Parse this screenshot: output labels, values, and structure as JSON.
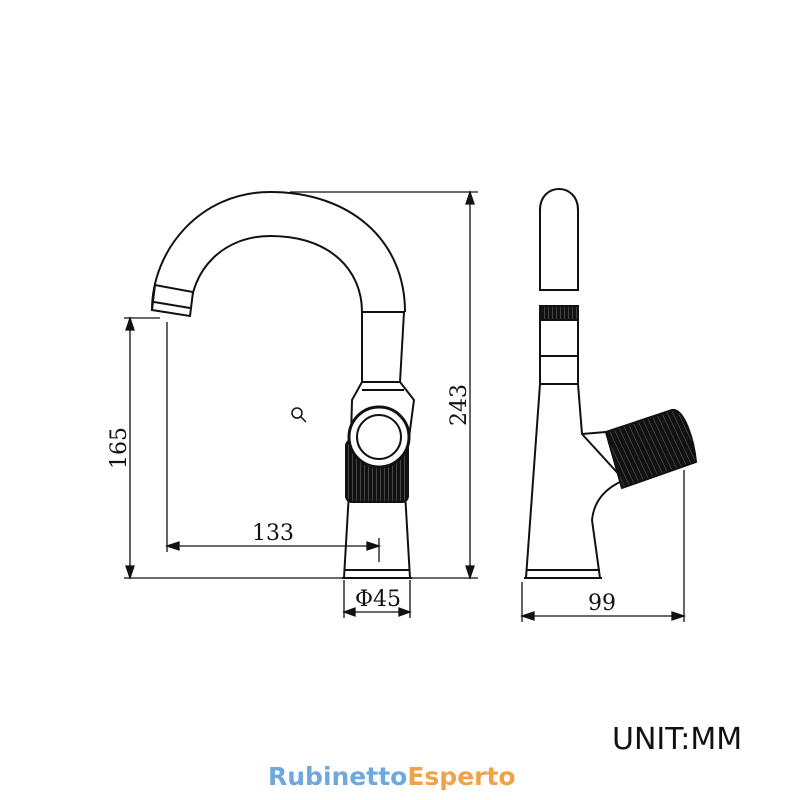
{
  "dimensions": {
    "total_height": "243",
    "spout_height": "165",
    "spout_reach": "133",
    "base_diameter": "Φ45",
    "depth": "99"
  },
  "unit": "UNIT:MM",
  "brand": {
    "part1": "Rubinetto",
    "part2": "Esperto"
  },
  "colors": {
    "line": "#111111",
    "brand_blue": "#6fa8dc",
    "brand_orange": "#f0a24a"
  }
}
